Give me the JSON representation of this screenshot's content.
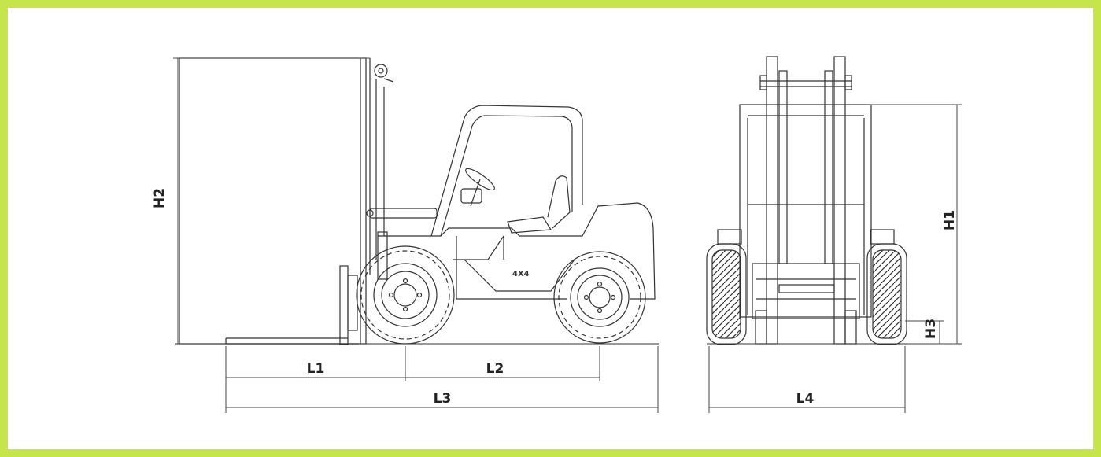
{
  "colors": {
    "border": "#c5e54a",
    "background": "#ffffff",
    "line": "#333333"
  },
  "side_view": {
    "wheel_badge": "4X4"
  },
  "dimensions": {
    "L1": "L1",
    "L2": "L2",
    "L3": "L3",
    "L4": "L4",
    "H1": "H1",
    "H2": "H2",
    "H3": "H3"
  }
}
